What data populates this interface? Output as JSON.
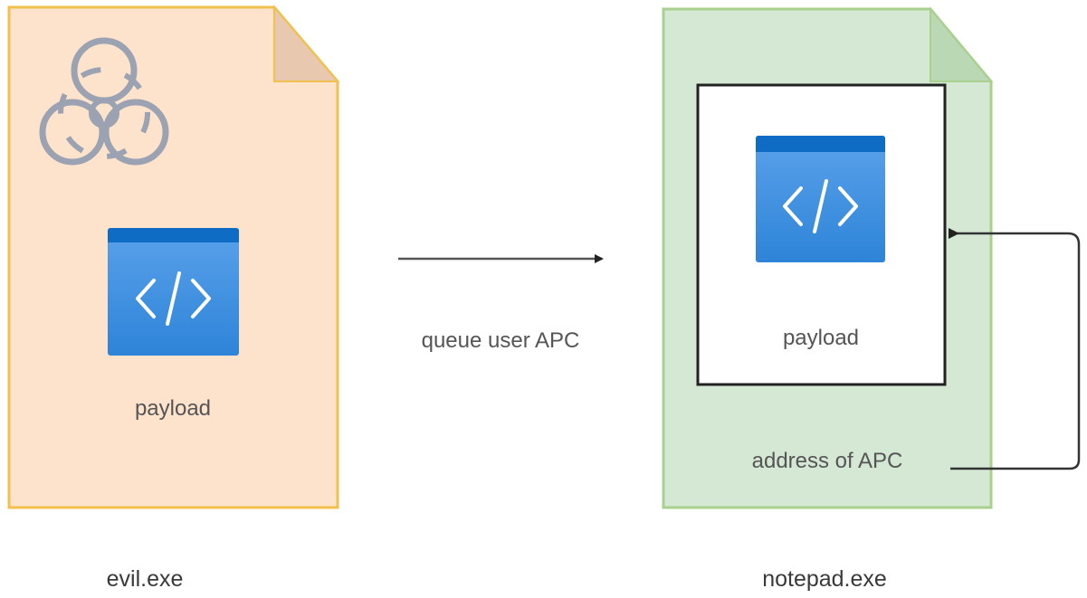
{
  "diagram": {
    "left_file": {
      "name": "evil.exe",
      "fill_color": "#fde3cc",
      "border_color": "#f1c04f",
      "fold_color": "#e8c9b0",
      "hazard_icon": "biohazard-icon",
      "payload": {
        "label": "payload",
        "icon": "code-window-icon"
      }
    },
    "arrow": {
      "label": "queue user APC"
    },
    "right_file": {
      "name": "notepad.exe",
      "fill_color": "#d5e8d4",
      "border_color": "#a9d08e",
      "fold_color": "#b9d8b3",
      "payload": {
        "label": "payload",
        "icon": "code-window-icon"
      },
      "address_label": "address of APC"
    },
    "code_icon_colors": {
      "header": "#0f6cc4",
      "body_top": "#5aa1eb",
      "body_bottom": "#2e84d8"
    }
  }
}
